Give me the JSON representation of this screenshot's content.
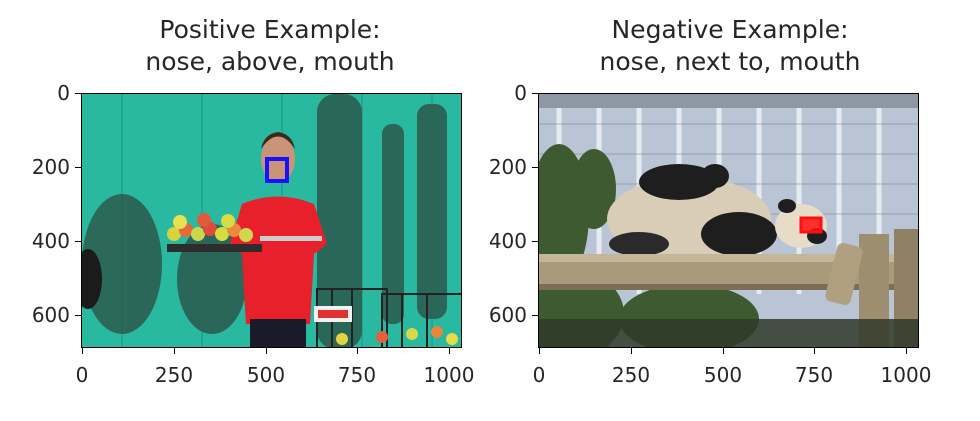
{
  "panels": [
    {
      "title_line1": "Positive Example:",
      "title_line2": "nose, above, mouth",
      "x_ticks": [
        "0",
        "250",
        "500",
        "750",
        "1000"
      ],
      "y_ticks": [
        "0",
        "200",
        "400",
        "600"
      ],
      "image": "tennis-boy",
      "box_color": "#1a10ff"
    },
    {
      "title_line1": "Negative Example:",
      "title_line2": "nose, next to, mouth",
      "x_ticks": [
        "0",
        "250",
        "500",
        "750",
        "1000"
      ],
      "y_ticks": [
        "0",
        "200",
        "400",
        "600"
      ],
      "image": "panda",
      "box_color": "#ff1010"
    }
  ]
}
